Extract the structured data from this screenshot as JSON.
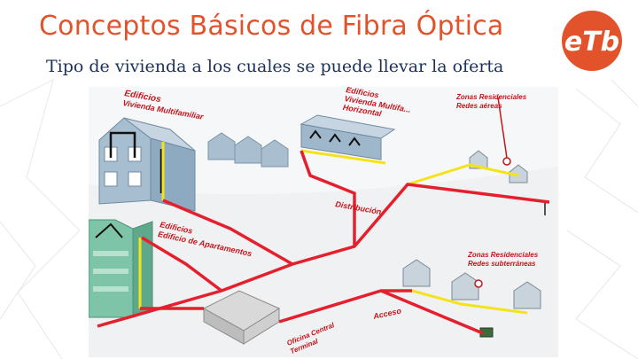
{
  "title": "Conceptos Básicos de Fibra Óptica",
  "subtitle": "Tipo de vivienda a los cuales se puede llevar la oferta",
  "logo_text": "eTb",
  "colors": {
    "title": "#e2532c",
    "subtitle": "#1d3157",
    "logo_bg": "#e2532c",
    "route": "#e5202e",
    "drop": "#f5e31a"
  },
  "diagram_labels": {
    "multifamiliar": {
      "line1": "Edificios",
      "line2": "Vivienda Multifamiliar"
    },
    "horizontal": {
      "line1": "Edificios",
      "line2": "Vivienda Multifa...",
      "line3": "Horizontal"
    },
    "aereas": {
      "line1": "Zonas Residenciales",
      "line2": "Redes aéreas"
    },
    "apartamentos": {
      "line1": "Edificios",
      "line2": "Edificio de Apartamentos"
    },
    "subterraneas": {
      "line1": "Zonas Residenciales",
      "line2": "Redes subterráneas"
    },
    "distribucion": "Distribución",
    "acceso": "Acceso",
    "oficina": {
      "line1": "Oficina Central",
      "line2": "Terminal"
    }
  }
}
